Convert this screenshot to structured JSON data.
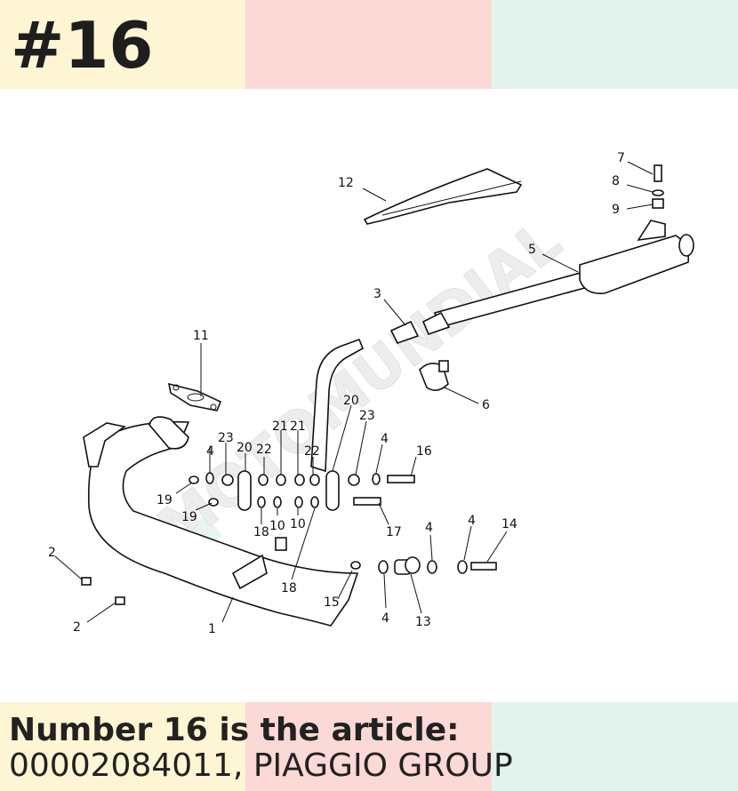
{
  "header": {
    "number": "#16"
  },
  "caption": {
    "line1": "Number 16 is the article:",
    "line2": "00002084011, PIAGGIO GROUP"
  },
  "colors": {
    "band1": "#fdf5d3",
    "band2": "#fbd9d6",
    "band3": "#e2f3ee",
    "ink": "#1e1e1e"
  },
  "watermark": {
    "text": "MOTOMUNDIAL"
  },
  "callouts": {
    "c1": "1",
    "c2a": "2",
    "c2b": "2",
    "c3": "3",
    "c4a": "4",
    "c4b": "4",
    "c4c": "4",
    "c4d": "4",
    "c4e": "4",
    "c5": "5",
    "c6": "6",
    "c7": "7",
    "c8": "8",
    "c9": "9",
    "c10a": "10",
    "c10b": "10",
    "c11": "11",
    "c12": "12",
    "c13": "13",
    "c14": "14",
    "c15": "15",
    "c16": "16",
    "c17": "17",
    "c18a": "18",
    "c18b": "18",
    "c19a": "19",
    "c19b": "19",
    "c20a": "20",
    "c20b": "20",
    "c21a": "21",
    "c21b": "21",
    "c22a": "22",
    "c22b": "22",
    "c23a": "23",
    "c23b": "23"
  }
}
